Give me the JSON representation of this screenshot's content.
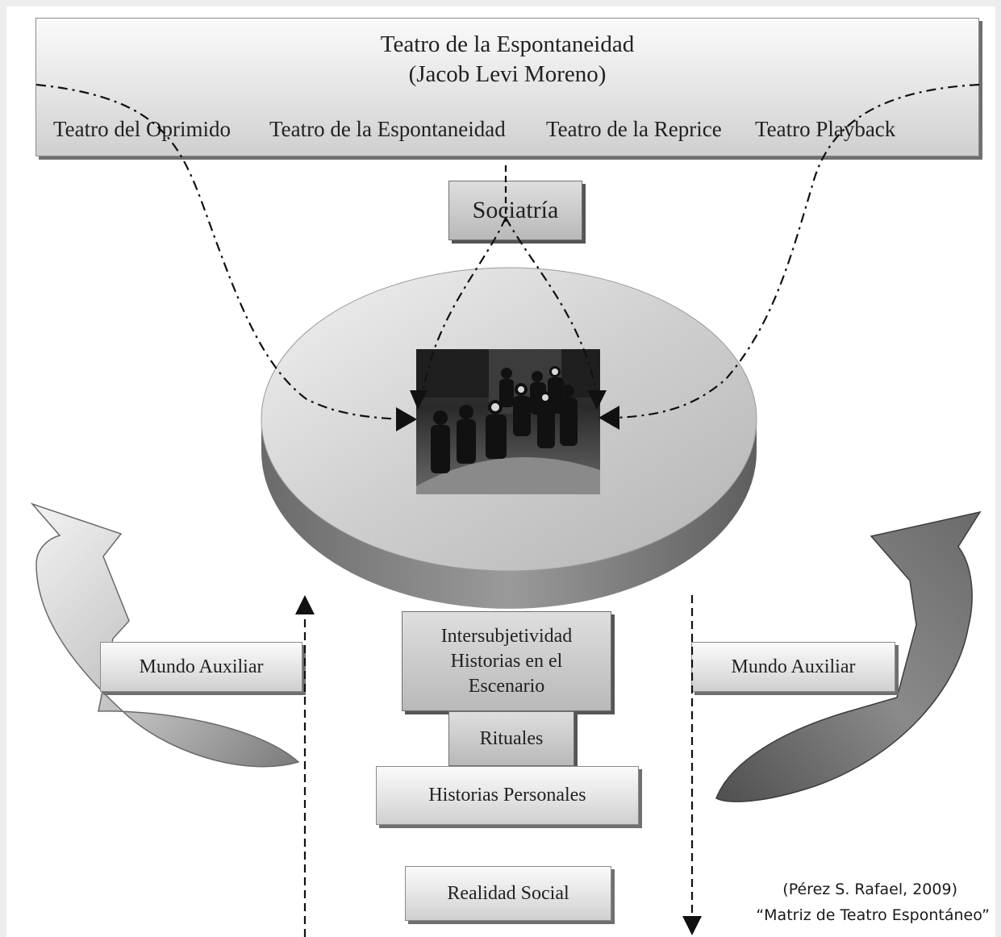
{
  "diagram": {
    "title_line1": "Teatro de la Espontaneidad",
    "title_line2": "(Jacob Levi Moreno)",
    "branches": [
      "Teatro del Oprimido",
      "Teatro de la Espontaneidad",
      "Teatro de la Reprice",
      "Teatro Playback"
    ],
    "sociatria": "Sociatría",
    "left_auxiliar": "Mundo Auxiliar",
    "right_auxiliar": "Mundo Auxiliar",
    "center_stack": {
      "line1": "Intersubjetividad",
      "line2": "Historias en el",
      "line3": "Escenario"
    },
    "rituales": "Rituales",
    "historias_personales": "Historias Personales",
    "realidad_social": "Realidad Social",
    "credit_line1": "(Pérez S. Rafael, 2009)",
    "credit_line2": "“Matriz de Teatro Espontáneo”"
  }
}
